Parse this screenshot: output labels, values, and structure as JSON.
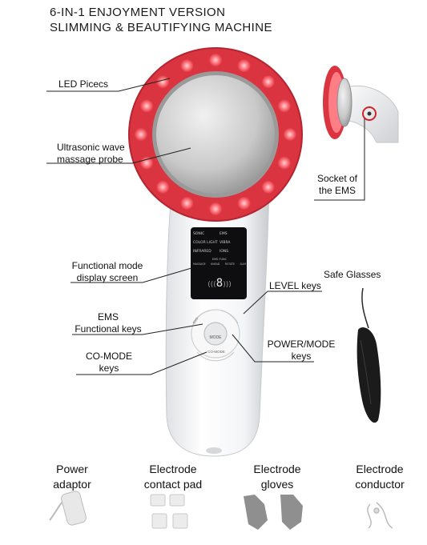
{
  "title": {
    "line1": "6-IN-1  ENJOYMENT VERSION",
    "line2": "SLIMMING & BEAUTIFYING MACHINE"
  },
  "labels": {
    "led": "LED Picecs",
    "probe_line1": "Ultrasonic wave",
    "probe_line2": "massage probe",
    "socket_line1": "Socket of",
    "socket_line2": "the EMS",
    "display_line1": "Functional mode",
    "display_line2": "display screen",
    "glasses": "Safe Glasses",
    "level": "LEVEL keys",
    "ems_line1": "EMS",
    "ems_line2": "Functional keys",
    "power_line1": "POWER/MODE",
    "power_line2": "keys",
    "comode_line1": "CO-MODE",
    "comode_line2": "keys"
  },
  "screen": {
    "modes": [
      "SONIC",
      "EMS",
      "COLOR LIGHT",
      "VIBRA",
      "INFRARED",
      "IONS"
    ],
    "ems_row": "EMS FUNC",
    "sub_modes": [
      "MASSAGE",
      "KNEAD",
      "ROTATE",
      "SLIM"
    ],
    "level_digit": "8"
  },
  "buttons": {
    "mode": "MODE",
    "ems": "EMS",
    "comode": "CO-MODE"
  },
  "accessories": [
    {
      "line1": "Power",
      "line2": "adaptor"
    },
    {
      "line1": "Electrode",
      "line2": "contact pad"
    },
    {
      "line1": "Electrode",
      "line2": "gloves"
    },
    {
      "line1": "Electrode",
      "line2": "conductor"
    }
  ],
  "colors": {
    "led_ring": "#d9343f",
    "led_glow": "#ff8a90",
    "body": "#f2f3f5",
    "screen": "#0e0e10",
    "glasses": "#1b1b1b",
    "gloves": "#8f8f8f"
  }
}
